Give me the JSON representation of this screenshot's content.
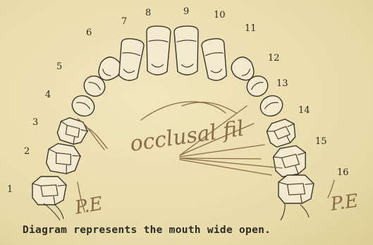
{
  "diagram": {
    "tooth_numbers": [
      "1",
      "2",
      "3",
      "4",
      "5",
      "6",
      "7",
      "8",
      "9",
      "10",
      "11",
      "12",
      "13",
      "14",
      "15",
      "16"
    ],
    "annotations": {
      "occlusal_note": "occlusal fil",
      "left_mark": "P.E",
      "right_mark": "P.E"
    },
    "caption": "Diagram represents the mouth wide open."
  }
}
